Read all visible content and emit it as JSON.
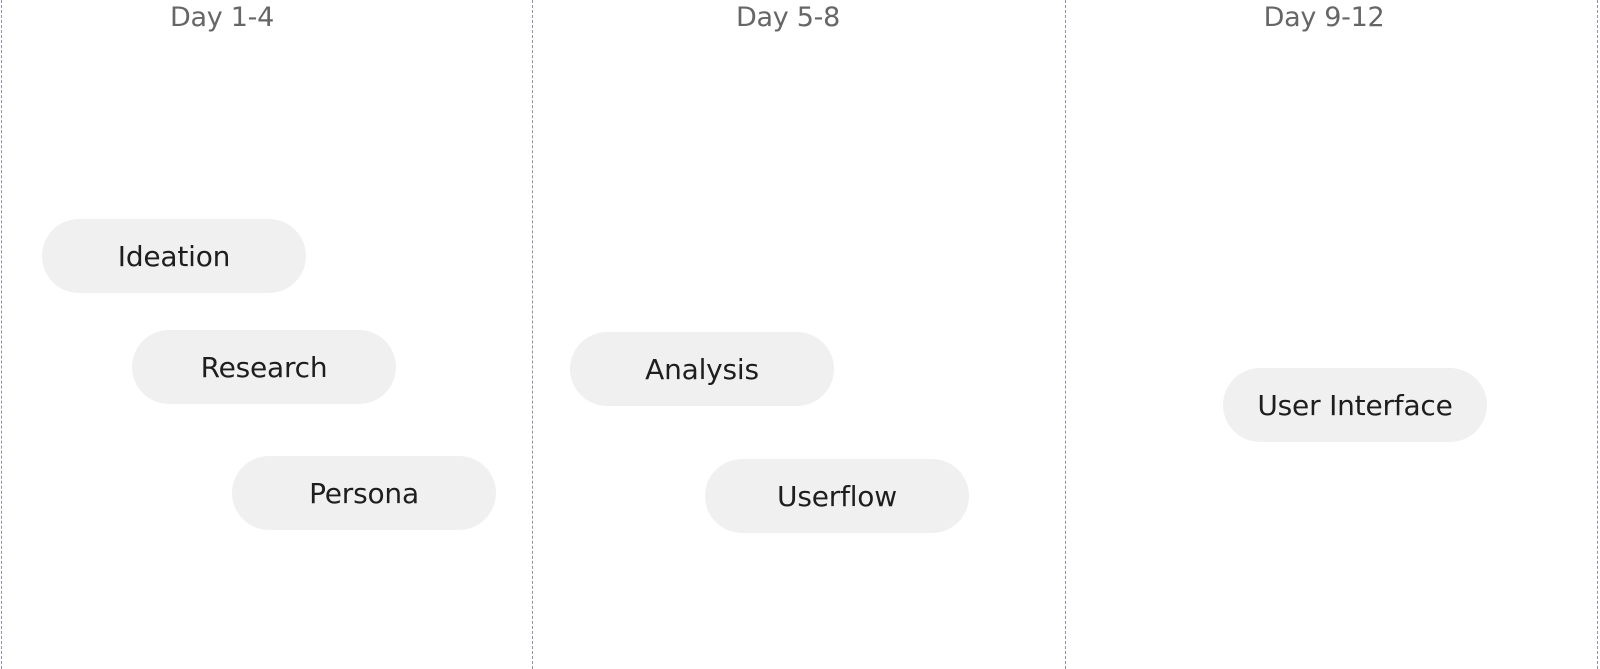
{
  "colors": {
    "background": "#ffffff",
    "divider": "#8b95a5",
    "pill_fill": "#f0f0f0",
    "pill_text": "#1e1e1e",
    "header_text": "#666666"
  },
  "columns": [
    {
      "label": "Day 1-4",
      "tasks": [
        {
          "label": "Ideation"
        },
        {
          "label": "Research"
        },
        {
          "label": "Persona"
        }
      ]
    },
    {
      "label": "Day 5-8",
      "tasks": [
        {
          "label": "Analysis"
        },
        {
          "label": "Userflow"
        }
      ]
    },
    {
      "label": "Day 9-12",
      "tasks": [
        {
          "label": "User Interface"
        }
      ]
    }
  ]
}
